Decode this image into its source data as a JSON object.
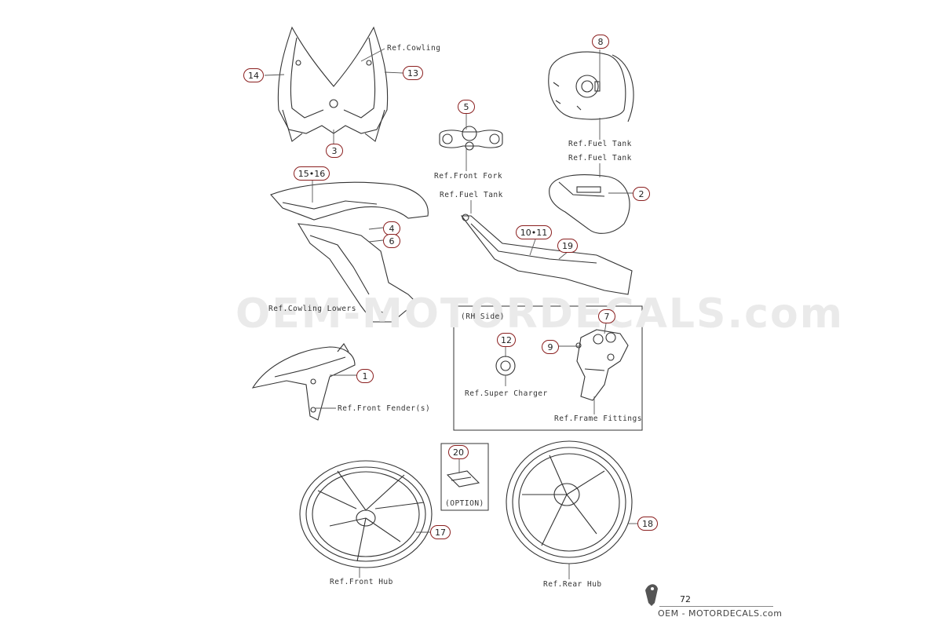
{
  "refs": {
    "cowling": "Ref.Cowling",
    "fuel_tank_top": "Ref.Fuel Tank",
    "fuel_tank_mid": "Ref.Fuel Tank",
    "fuel_tank_left": "Ref.Fuel Tank",
    "front_fork": "Ref.Front Fork",
    "cowling_lowers": "Ref.Cowling Lowers",
    "front_fenders": "Ref.Front Fender(s)",
    "super_charger": "Ref.Super Charger",
    "frame_fittings": "Ref.Frame Fittings",
    "front_hub": "Ref.Front Hub",
    "rear_hub": "Ref.Rear Hub"
  },
  "callouts": {
    "c1": "1",
    "c2": "2",
    "c3": "3",
    "c4": "4",
    "c5": "5",
    "c6": "6",
    "c7": "7",
    "c8": "8",
    "c9": "9",
    "c10_11": "10•11",
    "c12": "12",
    "c13": "13",
    "c14": "14",
    "c15_16": "15•16",
    "c17": "17",
    "c18": "18",
    "c19": "19",
    "c20": "20"
  },
  "rh_side_label": "(RH Side)",
  "option_label": "(OPTION)",
  "watermark": "OEM-MOTORDECALS.com",
  "page_number": "72",
  "brand": "OEM - MOTORDECALS.com"
}
